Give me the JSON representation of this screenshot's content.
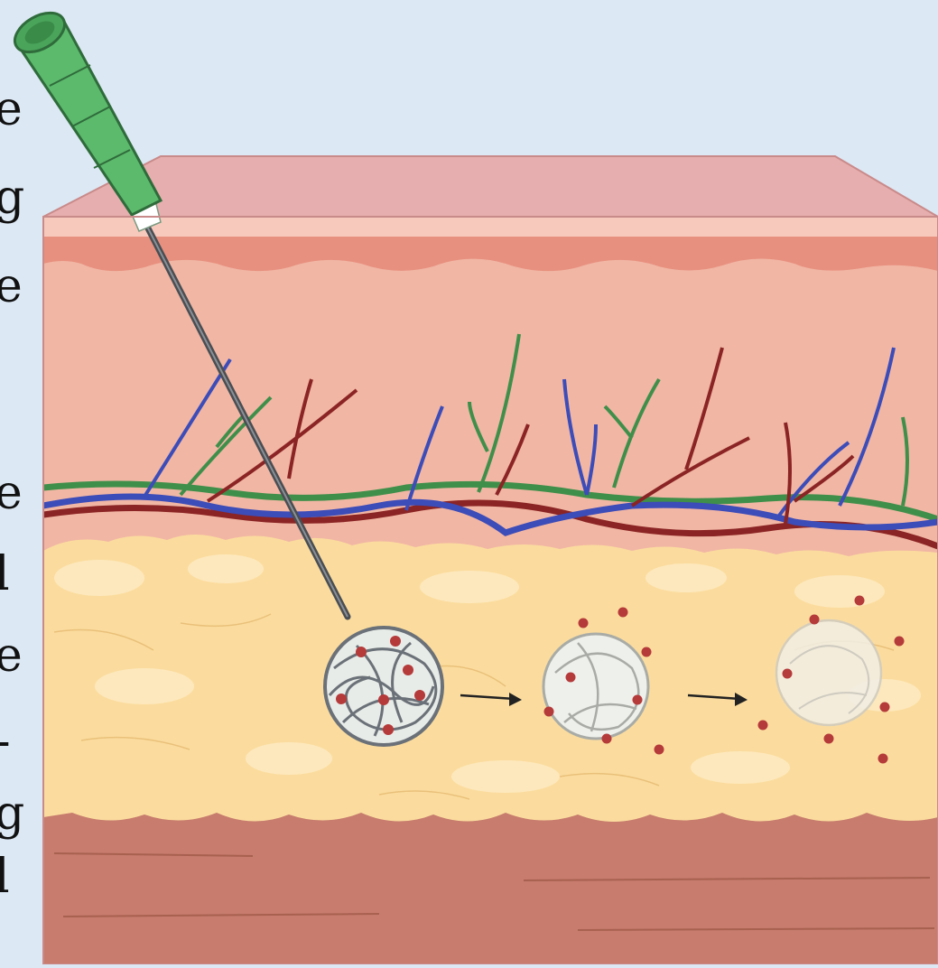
{
  "figure": {
    "background_color": "#dce8f4",
    "layers": [
      {
        "name": "epidermis",
        "color": "#eca79c"
      },
      {
        "name": "dermis",
        "color": "#f1b6a4"
      },
      {
        "name": "subcutaneous-fat",
        "color": "#fbdc9e"
      },
      {
        "name": "muscle",
        "color": "#c77c6d"
      }
    ],
    "vessel_colors": {
      "vein": "#3c4cb8",
      "artery": "#8b2424",
      "lymph": "#3f8f4a"
    },
    "needle_hub_color": "#5cba6c",
    "drug_particle_color": "#b53a3a",
    "stages": [
      "intact-scaffold",
      "releasing-scaffold",
      "degraded-scaffold"
    ]
  },
  "edge_text": {
    "glyphs": [
      "e",
      "g",
      "e",
      "e",
      "l",
      "e",
      "-",
      "g",
      "l"
    ]
  }
}
